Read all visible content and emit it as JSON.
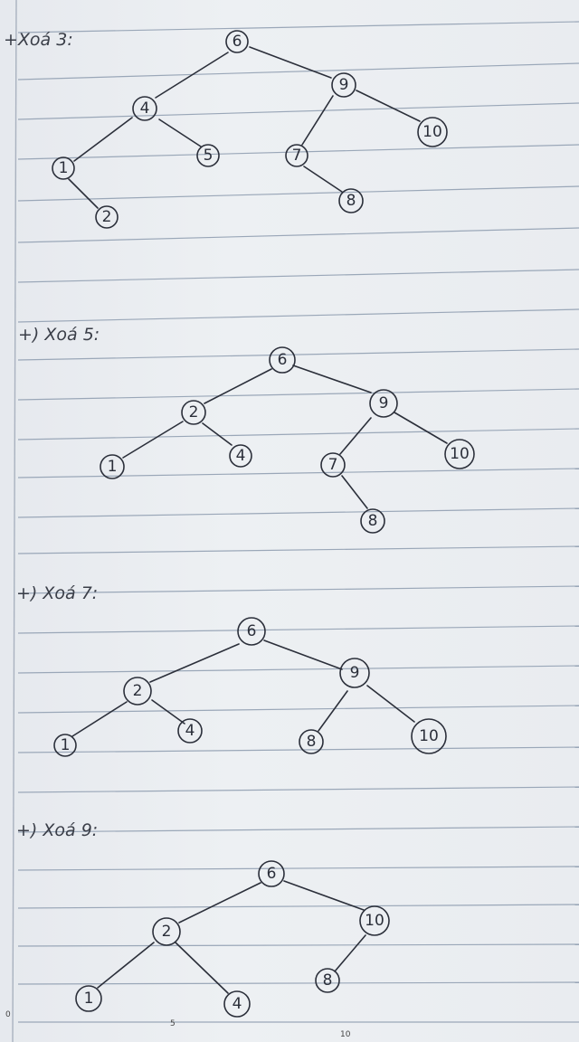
{
  "sections": [
    {
      "heading": "+Xoá 3:",
      "nodes": {
        "n6": "6",
        "n4": "4",
        "n9": "9",
        "n1": "1",
        "n5": "5",
        "n7": "7",
        "n10": "10",
        "n2": "2",
        "n8": "8"
      }
    },
    {
      "heading": "+) Xoá 5:",
      "nodes": {
        "n6": "6",
        "n2": "2",
        "n9": "9",
        "n1": "1",
        "n4": "4",
        "n7": "7",
        "n10": "10",
        "n8": "8"
      }
    },
    {
      "heading": "+) Xoá 7:",
      "nodes": {
        "n6": "6",
        "n2": "2",
        "n9": "9",
        "n1": "1",
        "n4": "4",
        "n8": "8",
        "n10": "10"
      }
    },
    {
      "heading": "+) Xoá 9:",
      "nodes": {
        "n6": "6",
        "n2": "2",
        "n10": "10",
        "n1": "1",
        "n4": "4",
        "n8": "8"
      }
    }
  ],
  "ruler": {
    "t0": "0",
    "t5": "5",
    "t10": "10"
  }
}
